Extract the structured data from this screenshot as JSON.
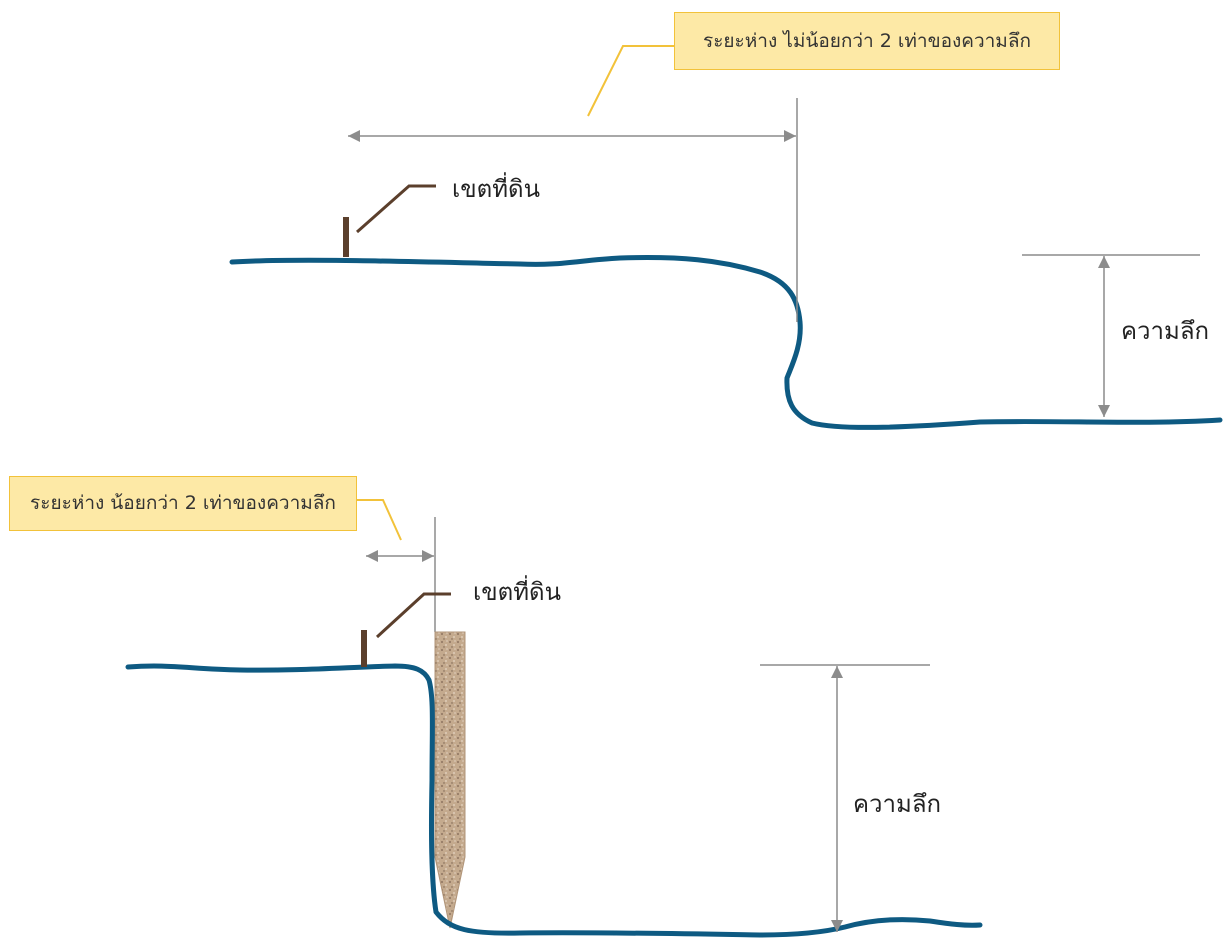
{
  "top_panel": {
    "callout": "ระยะห่าง ไม่น้อยกว่า 2 เท่าของความลึก",
    "boundary_label": "เขตที่ดิน",
    "depth_label": "ความลึก"
  },
  "bottom_panel": {
    "callout": "ระยะห่าง น้อยกว่า 2 เท่าของความลึก",
    "boundary_label": "เขตที่ดิน",
    "depth_label": "ความลึก"
  },
  "colors": {
    "ground_line": "#0e5a82",
    "dimension_line": "#8c8c8c",
    "boundary_post": "#5b3f2c",
    "callout_fill": "#fde9a6",
    "callout_border": "#f2c23a",
    "leader_line": "#f2c23a",
    "retaining_pile": "#c4aa8e"
  }
}
